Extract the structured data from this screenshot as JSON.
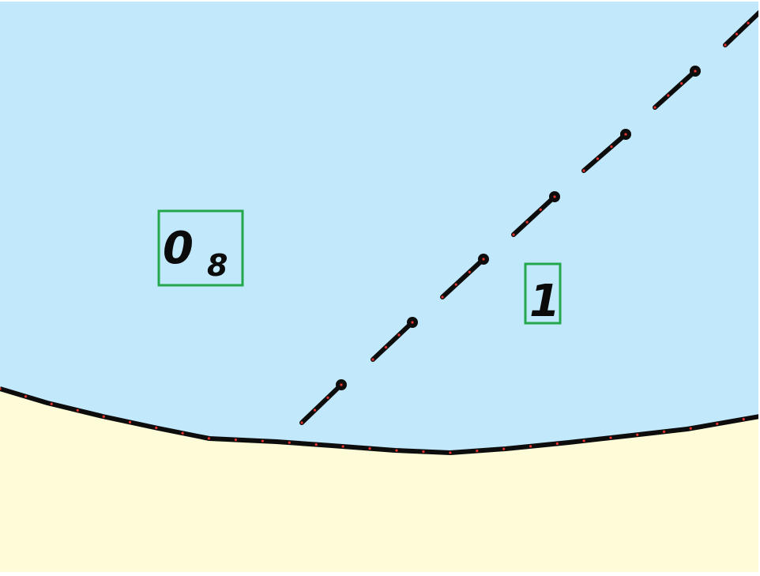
{
  "map": {
    "colors": {
      "water": "#c2e8fb",
      "land": "#fdfbd8",
      "line": "#0d0d0d",
      "vertex_marker": "#e8332f",
      "highlight_box": "#22a84a",
      "page_edge": "#ffffff"
    },
    "features": {
      "coastline": {
        "kind": "shoreline",
        "style": "solid"
      },
      "limit_line": {
        "kind": "dashed boundary line",
        "style": "dashed"
      }
    },
    "labels": [
      {
        "name": "depth-label-0-8",
        "main": "0",
        "subscript": "8"
      },
      {
        "name": "depth-label-1",
        "main": "1",
        "subscript": ""
      }
    ]
  }
}
